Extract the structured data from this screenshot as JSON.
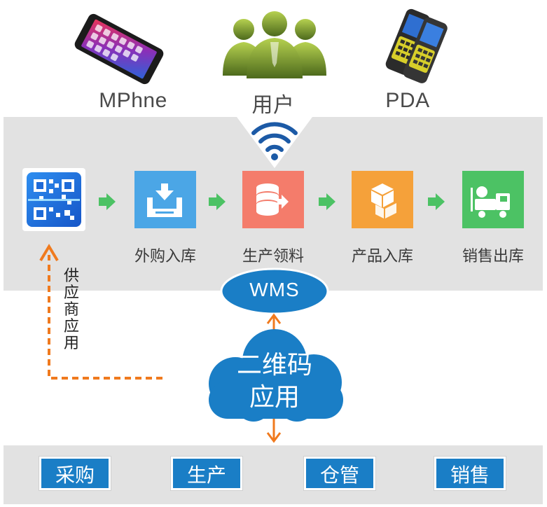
{
  "devices": [
    {
      "label": "MPhne",
      "icon": "smartphone-icon"
    },
    {
      "label": "用户",
      "icon": "users-icon"
    },
    {
      "label": "PDA",
      "icon": "pda-scanner-icon"
    }
  ],
  "flow": {
    "qr_icon": "qr-code-scan-icon",
    "steps": [
      {
        "label": "外购入库",
        "icon": "inbox-download-icon",
        "color": "#4ba6e6"
      },
      {
        "label": "生产领料",
        "icon": "database-export-icon",
        "color": "#f47c6b"
      },
      {
        "label": "产品入库",
        "icon": "boxes-icon",
        "color": "#f5a13a"
      },
      {
        "label": "销售出库",
        "icon": "forklift-truck-icon",
        "color": "#4cc264"
      }
    ],
    "arrow_color": "#4cc264"
  },
  "wifi_icon": "wifi-icon",
  "supplier_label": "供应商应用",
  "wms": {
    "label": "WMS"
  },
  "cloud": {
    "line1": "二维码",
    "line2": "应用"
  },
  "departments": [
    {
      "label": "采购"
    },
    {
      "label": "生产"
    },
    {
      "label": "仓管"
    },
    {
      "label": "销售"
    }
  ],
  "colors": {
    "panel": "#e2e2e2",
    "blue": "#1a7ec6",
    "orange_dashed": "#f07a1e"
  }
}
